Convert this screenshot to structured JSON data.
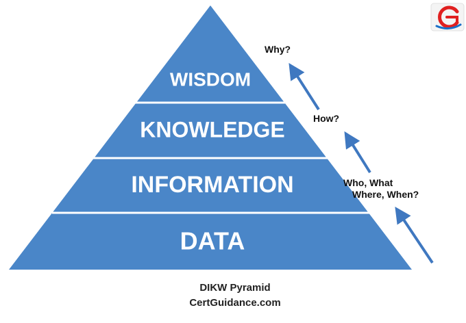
{
  "pyramid": {
    "tiers": [
      {
        "label": "WISDOM"
      },
      {
        "label": "KNOWLEDGE"
      },
      {
        "label": "INFORMATION"
      },
      {
        "label": "DATA"
      }
    ],
    "fill_color": "#4a86c8",
    "separator_color": "#ffffff"
  },
  "questions": {
    "why": "Why?",
    "how": "How?",
    "who_what": "Who, What",
    "where_when": "Where, When?"
  },
  "arrow_color": "#3f78c0",
  "caption": {
    "line1": "DIKW Pyramid",
    "line2": "CertGuidance.com"
  },
  "logo": {
    "icon": "certguidance-logo-icon",
    "colors": [
      "#e02020",
      "#1a70c8"
    ]
  }
}
